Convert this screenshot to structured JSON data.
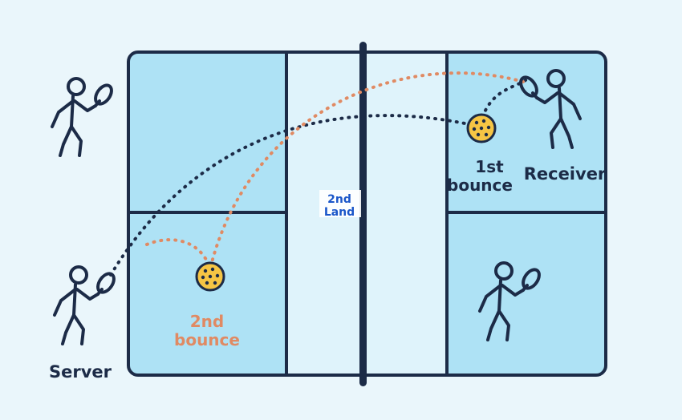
{
  "labels": {
    "first_bounce_line1": "1st",
    "first_bounce_line2": "bounce",
    "second_bounce_line1": "2nd",
    "second_bounce_line2": "bounce",
    "receiver": "Receiver",
    "server": "Server"
  },
  "logo": {
    "line1": "2nd",
    "line2": "Land"
  },
  "colors": {
    "background": "#eaf6fb",
    "court_fill": "#aee2f5",
    "kitchen_fill": "#dff3fb",
    "court_line": "#1c2b47",
    "serve_path": "#1c2b47",
    "return_path": "#e08a63",
    "ball": "#f6c544",
    "second_bounce_text": "#e08a63",
    "logo": "#1a56c9"
  },
  "icons": [
    "player-icon",
    "paddle-icon",
    "pickleball-icon",
    "net-icon"
  ]
}
